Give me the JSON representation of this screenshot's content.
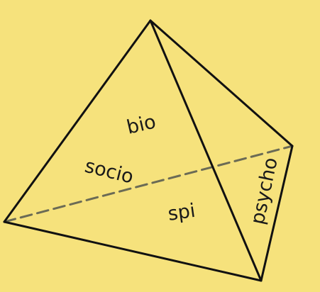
{
  "diagram": {
    "background_color": "#f6e27c",
    "line_color": "#111111",
    "hidden_edge_color": "#6b6b55",
    "labels": {
      "bio": "bio",
      "socio": "socio",
      "spi": "spi",
      "psycho": "psycho"
    }
  }
}
